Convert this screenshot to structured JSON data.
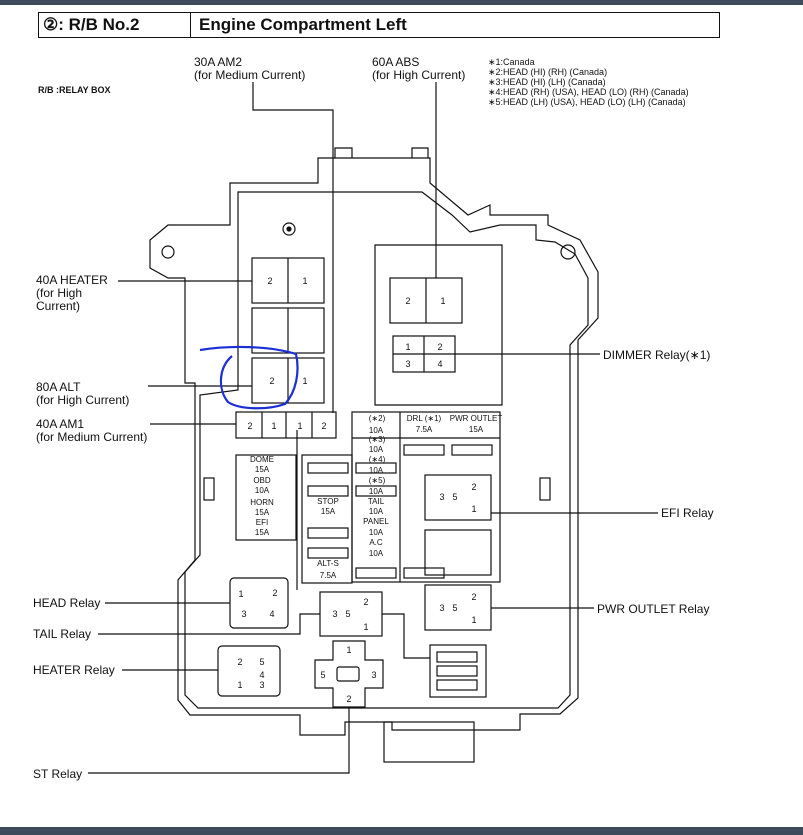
{
  "title": {
    "left": "②: R/B No.2",
    "right": "Engine Compartment Left"
  },
  "legend_key": "R/B :RELAY BOX",
  "notes": [
    "∗1:Canada",
    "∗2:HEAD (HI) (RH) (Canada)",
    "∗3:HEAD (HI) (LH) (Canada)",
    "∗4:HEAD (RH) (USA), HEAD (LO) (RH) (Canada)",
    "∗5:HEAD (LH) (USA), HEAD (LO) (LH) (Canada)"
  ],
  "callouts": {
    "am2": [
      "30A AM2",
      "(for Medium Current)"
    ],
    "abs": [
      "60A ABS",
      "(for High Current)"
    ],
    "heater": [
      "40A HEATER",
      "(for High",
      "Current)"
    ],
    "alt": [
      "80A ALT",
      "(for High Current)"
    ],
    "am1": [
      "40A AM1",
      "(for Medium Current)"
    ],
    "dimmer_relay": "DIMMER Relay(∗1)",
    "efi_relay": "EFI Relay",
    "pwr_outlet_relay": "PWR OUTLET Relay",
    "head_relay": "HEAD Relay",
    "tail_relay": "TAIL Relay",
    "heater_relay": "HEATER Relay",
    "st_relay": "ST Relay"
  },
  "fuse_labels": {
    "dome": "DOME",
    "obd": "OBD",
    "horn": "HORN",
    "efi": "EFI",
    "stop": "STOP",
    "tail": "TAIL",
    "panel": "PANEL",
    "ac": "A.C",
    "alts": "ALT-S",
    "drl": "DRL (∗1)",
    "pwr_outlet": "PWR OUTLET",
    "star2": "(∗2)",
    "star3": "(∗3)",
    "star4": "(∗4)",
    "star5": "(∗5)",
    "a15": "15A",
    "a10": "10A",
    "a75": "7.5A"
  },
  "pins": {
    "p1": "1",
    "p2": "2",
    "p3": "3",
    "p4": "4",
    "p5": "5"
  },
  "annotation_color": "#1a2fd6"
}
